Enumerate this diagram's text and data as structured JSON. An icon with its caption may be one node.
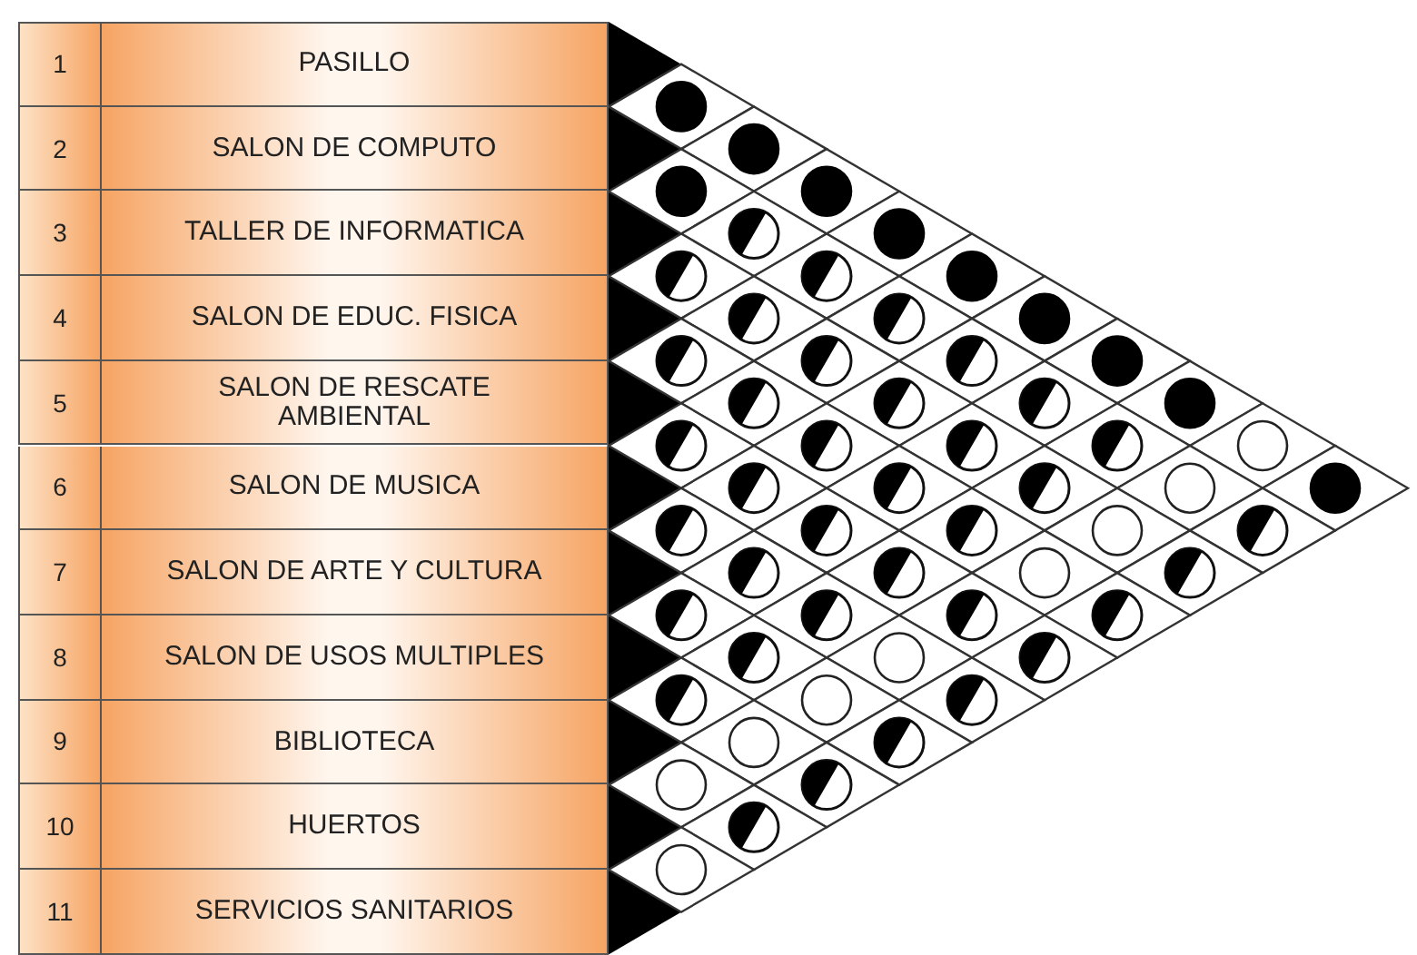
{
  "diagram": {
    "nodes": [
      {
        "text": [
          "1",
          "PASILLO"
        ]
      },
      {
        "text": [
          "2",
          "SALON DE COMPUTO"
        ]
      },
      {
        "text": [
          "3",
          "TALLER DE INFORMATICA"
        ]
      },
      {
        "text": [
          "4",
          "SALON DE EDUC. FISICA"
        ]
      },
      {
        "text": [
          "5",
          "SALON DE RESCATE AMBIENTAL"
        ]
      },
      {
        "text": [
          "6",
          "SALON DE MUSICA"
        ]
      },
      {
        "text": [
          "7",
          "SALON DE ARTE Y CULTURA"
        ]
      },
      {
        "text": [
          "8",
          "SALON DE USOS MULTIPLES"
        ]
      },
      {
        "text": [
          "9",
          "BIBLIOTECA"
        ]
      },
      {
        "text": [
          "10",
          "HUERTOS"
        ]
      },
      {
        "text": [
          "11",
          "SERVICIOS SANITARIOS"
        ]
      },
      {
        "text": [],
        "shape": "disc"
      },
      {
        "text": [],
        "shape": "disc"
      },
      {
        "text": [],
        "shape": "disc"
      },
      {
        "text": [],
        "shape": "disc"
      },
      {
        "text": [],
        "shape": "half-circle"
      },
      {
        "text": [],
        "shape": "disc"
      },
      {
        "text": [],
        "shape": "half-circle"
      },
      {
        "text": [],
        "shape": "half-circle"
      },
      {
        "text": [],
        "shape": "disc"
      },
      {
        "text": [],
        "shape": "half-circle"
      },
      {
        "text": [],
        "shape": "half-circle"
      },
      {
        "text": [],
        "shape": "disc"
      },
      {
        "text": [],
        "shape": "half-circle"
      },
      {
        "text": [],
        "shape": "half-circle"
      },
      {
        "text": [],
        "shape": "half-circle"
      },
      {
        "text": [],
        "shape": "disc"
      },
      {
        "text": [],
        "shape": "half-circle"
      },
      {
        "text": [],
        "shape": "half-circle"
      },
      {
        "text": [],
        "shape": "half-circle"
      },
      {
        "text": [],
        "shape": "disc"
      },
      {
        "text": [],
        "shape": "half-circle"
      },
      {
        "text": [],
        "shape": "half-circle"
      },
      {
        "text": [],
        "shape": "half-circle"
      },
      {
        "text": [],
        "shape": "half-circle"
      },
      {
        "text": [],
        "shape": "circle"
      },
      {
        "text": [],
        "shape": "half-circle"
      },
      {
        "text": [],
        "shape": "half-circle"
      },
      {
        "text": [],
        "shape": "half-circle"
      },
      {
        "text": [],
        "shape": "circle"
      },
      {
        "text": [],
        "shape": "disc"
      },
      {
        "text": [],
        "shape": "half-circle"
      },
      {
        "text": [],
        "shape": "half-circle"
      },
      {
        "text": [],
        "shape": "half-circle"
      },
      {
        "text": [],
        "shape": "circle"
      },
      {
        "text": [],
        "shape": "half-circle"
      },
      {
        "text": [],
        "shape": "half-circle"
      },
      {
        "text": [],
        "shape": "half-circle"
      },
      {
        "text": [],
        "shape": "circle"
      },
      {
        "text": [],
        "shape": "half-circle"
      },
      {
        "text": [],
        "shape": "half-circle"
      },
      {
        "text": [],
        "shape": "half-circle"
      },
      {
        "text": [],
        "shape": "half-circle"
      },
      {
        "text": [],
        "shape": "half-circle"
      },
      {
        "text": [],
        "shape": "half-circle"
      },
      {
        "text": [],
        "shape": "circle"
      },
      {
        "text": [],
        "shape": "half-circle"
      },
      {
        "text": [],
        "shape": "half-circle"
      },
      {
        "text": [],
        "shape": "circle"
      },
      {
        "text": [],
        "shape": "half-circle"
      },
      {
        "text": [],
        "shape": "circle"
      },
      {
        "text": [],
        "shape": "half-circle"
      },
      {
        "text": [],
        "shape": "circle"
      },
      {
        "text": [],
        "shape": "half-circle"
      },
      {
        "text": [],
        "shape": "half-circle"
      },
      {
        "text": [],
        "shape": "circle"
      }
    ]
  }
}
